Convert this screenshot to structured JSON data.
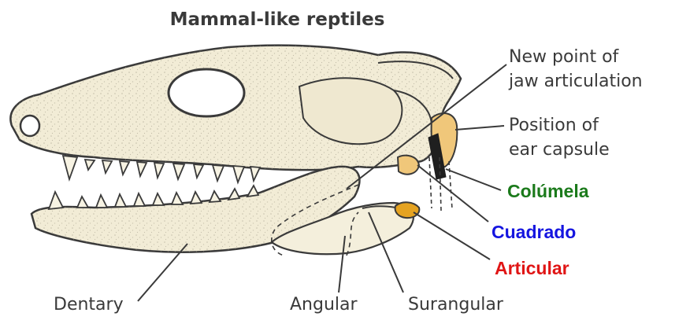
{
  "title": "Mammal-like reptiles",
  "labels": {
    "new_point_line1": "New point of",
    "new_point_line2": "jaw articulation",
    "ear_line1": "Position of",
    "ear_line2": "ear capsule",
    "columela": "Colúmela",
    "cuadrado": "Cuadrado",
    "articular": "Articular",
    "dentary": "Dentary",
    "angular": "Angular",
    "surangular": "Surangular"
  },
  "colors": {
    "bone": "#f2ecd6",
    "outline": "#3a3a3a",
    "ear_capsule": "#f0c77a",
    "articular_bone": "#e5a321",
    "columela": "#1b7a1b",
    "cuadrado": "#1515e0",
    "articular": "#e01515"
  }
}
